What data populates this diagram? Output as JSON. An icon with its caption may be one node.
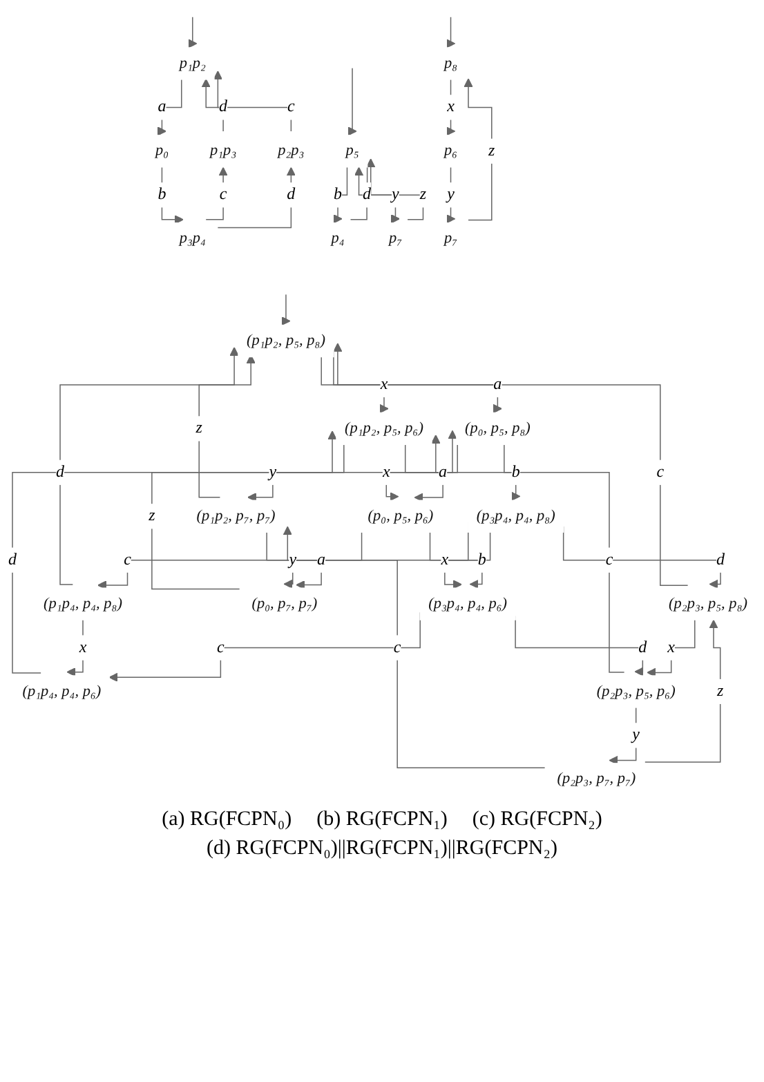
{
  "diagram": {
    "nodes": [
      {
        "text": [
          "p₁p₂"
        ]
      },
      {
        "text": [
          "p₀"
        ]
      },
      {
        "text": [
          "p₁p₃"
        ]
      },
      {
        "text": [
          "p₂p₃"
        ]
      },
      {
        "text": [
          "p₃p₄"
        ]
      },
      {
        "text": [
          "p₅"
        ]
      },
      {
        "text": [
          "p₄"
        ]
      },
      {
        "text": [
          "p₇"
        ]
      },
      {
        "text": [
          "p₈"
        ]
      },
      {
        "text": [
          "p₆"
        ]
      },
      {
        "text": [
          "p₇"
        ]
      },
      {
        "text": [
          "(p₁p₂, p₅, p₈)"
        ]
      },
      {
        "text": [
          "(p₀, p₅, p₈)"
        ]
      },
      {
        "text": [
          "(p₁p₂, p₅, p₆)"
        ]
      },
      {
        "text": [
          "(p₃p₄, p₄, p₈)"
        ]
      },
      {
        "text": [
          "(p₀, p₅, p₆)"
        ]
      },
      {
        "text": [
          "(p₁p₂, p₇, p₇)"
        ]
      },
      {
        "text": [
          "(p₁p₄, p₄, p₈)"
        ]
      },
      {
        "text": [
          "(p₃p₄, p₄, p₆)"
        ]
      },
      {
        "text": [
          "(p₀, p₇, p₇)"
        ]
      },
      {
        "text": [
          "(p₁p₄, p₄, p₆)"
        ]
      },
      {
        "text": [
          "(p₂p₃, p₅, p₈)"
        ]
      },
      {
        "text": [
          "(p₂p₃, p₅, p₆)"
        ]
      },
      {
        "text": [
          "(p₂p₃, p₇, p₇)"
        ]
      }
    ],
    "edges": [
      {
        "from": null,
        "to": 0,
        "arrow": "to"
      },
      {
        "from": 0,
        "to": 1,
        "arrow": "to",
        "label": "a"
      },
      {
        "from": 1,
        "to": 4,
        "arrow": "to",
        "label": "b"
      },
      {
        "from": 4,
        "to": 2,
        "arrow": "to",
        "label": "c"
      },
      {
        "from": 2,
        "to": 0,
        "arrow": "to",
        "label": "d"
      },
      {
        "from": 4,
        "to": 3,
        "arrow": "to",
        "label": "d"
      },
      {
        "from": 3,
        "to": 0,
        "arrow": "to",
        "label": "c"
      },
      {
        "from": null,
        "to": 5,
        "arrow": "to"
      },
      {
        "from": 5,
        "to": 6,
        "arrow": "to",
        "label": "b"
      },
      {
        "from": 6,
        "to": 5,
        "arrow": "to",
        "label": "d"
      },
      {
        "from": 5,
        "to": 7,
        "arrow": "to",
        "label": "y"
      },
      {
        "from": 7,
        "to": 5,
        "arrow": "to",
        "label": "z"
      },
      {
        "from": null,
        "to": 8,
        "arrow": "to"
      },
      {
        "from": 8,
        "to": 9,
        "arrow": "to",
        "label": "x"
      },
      {
        "from": 9,
        "to": 10,
        "arrow": "to",
        "label": "y"
      },
      {
        "from": 10,
        "to": 8,
        "arrow": "to",
        "label": "z"
      },
      {
        "from": null,
        "to": 11,
        "arrow": "to"
      },
      {
        "from": 11,
        "to": 12,
        "arrow": "to",
        "label": "a"
      },
      {
        "from": 11,
        "to": 13,
        "arrow": "to",
        "label": "x"
      },
      {
        "from": 21,
        "to": 11,
        "arrow": "to",
        "label": "c"
      },
      {
        "from": 17,
        "to": 11,
        "arrow": "to",
        "label": "d"
      },
      {
        "from": 16,
        "to": 11,
        "arrow": "to",
        "label": "z"
      },
      {
        "from": 12,
        "to": 14,
        "arrow": "to",
        "label": "b"
      },
      {
        "from": 12,
        "to": 15,
        "arrow": "to",
        "label": "x"
      },
      {
        "from": 20,
        "to": 13,
        "arrow": "to",
        "label": "d"
      },
      {
        "from": 19,
        "to": 12,
        "arrow": "to",
        "label": "z"
      },
      {
        "from": 13,
        "to": 15,
        "arrow": "to",
        "label": "a"
      },
      {
        "from": 22,
        "to": 13,
        "arrow": "to",
        "label": "c"
      },
      {
        "from": 13,
        "to": 16,
        "arrow": "to",
        "label": "y"
      },
      {
        "from": 14,
        "to": 17,
        "arrow": "to",
        "label": "c"
      },
      {
        "from": 14,
        "to": 18,
        "arrow": "to",
        "label": "x"
      },
      {
        "from": 14,
        "to": 21,
        "arrow": "to",
        "label": "d"
      },
      {
        "from": 15,
        "to": 18,
        "arrow": "to",
        "label": "b"
      },
      {
        "from": 15,
        "to": 19,
        "arrow": "to",
        "label": "y"
      },
      {
        "from": 16,
        "to": 19,
        "arrow": "to",
        "label": "a"
      },
      {
        "from": 23,
        "to": 16,
        "arrow": "to",
        "label": "c"
      },
      {
        "from": 17,
        "to": 20,
        "arrow": "to",
        "label": "x"
      },
      {
        "from": 18,
        "to": 20,
        "arrow": "to",
        "label": "c"
      },
      {
        "from": 18,
        "to": 22,
        "arrow": "to",
        "label": "d"
      },
      {
        "from": 21,
        "to": 22,
        "arrow": "to",
        "label": "x"
      },
      {
        "from": 22,
        "to": 23,
        "arrow": "to",
        "label": "y"
      },
      {
        "from": 23,
        "to": 21,
        "arrow": "to",
        "label": "z"
      }
    ],
    "labels": [
      "(a) RG(FCPN₀)",
      "(b) RG(FCPN₁)",
      "(c) RG(FCPN₂)",
      "(d) RG(FCPN₀)||RG(FCPN₁)||RG(FCPN₂)"
    ]
  }
}
